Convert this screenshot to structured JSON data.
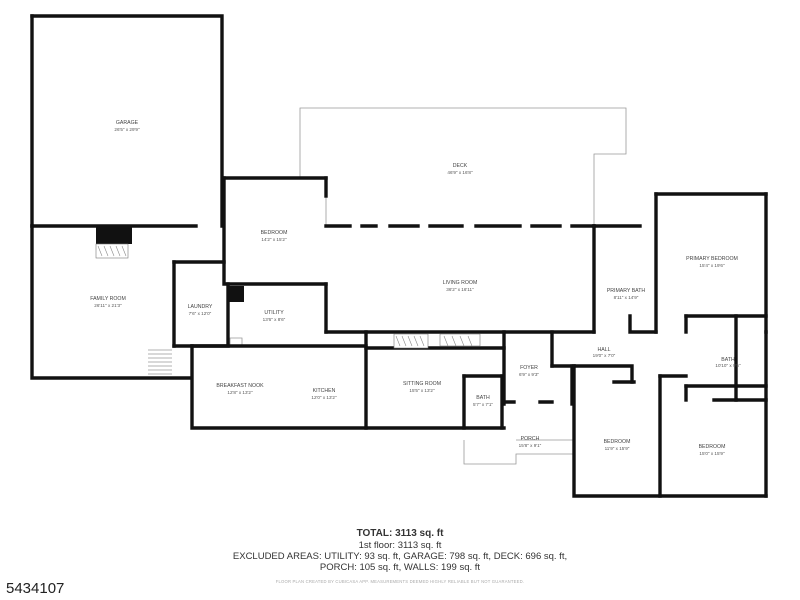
{
  "rooms": {
    "garage": {
      "name": "GARAGE",
      "dims": "26'5\" x 29'9\""
    },
    "deck": {
      "name": "DECK",
      "dims": "46'9\" x 16'8\""
    },
    "bedroom_north": {
      "name": "BEDROOM",
      "dims": "14'2\" x 15'2\""
    },
    "family_room": {
      "name": "FAMILY ROOM",
      "dims": "26'11\" x 21'3\""
    },
    "laundry": {
      "name": "LAUNDRY",
      "dims": "7'6\" x 12'0\""
    },
    "utility": {
      "name": "UTILITY",
      "dims": "13'6\" x 8'6\""
    },
    "living_room": {
      "name": "LIVING ROOM",
      "dims": "36'2\" x 16'11\""
    },
    "primary_bath": {
      "name": "PRIMARY BATH",
      "dims": "8'11\" x 14'9\""
    },
    "primary_bedroom": {
      "name": "PRIMARY BEDROOM",
      "dims": "15'4\" x 19'6\""
    },
    "hall": {
      "name": "HALL",
      "dims": "19'0\" x 7'0\""
    },
    "bath_east": {
      "name": "BATH",
      "dims": "10'10\" x 9'5\""
    },
    "breakfast_nook": {
      "name": "BREAKFAST NOOK",
      "dims": "12'8\" x 13'2\""
    },
    "kitchen": {
      "name": "KITCHEN",
      "dims": "12'0\" x 13'2\""
    },
    "sitting_room": {
      "name": "SITTING ROOM",
      "dims": "15'5\" x 13'2\""
    },
    "foyer": {
      "name": "FOYER",
      "dims": "6'9\" x 9'3\""
    },
    "bath_center": {
      "name": "BATH",
      "dims": "5'7\" x 7'1\""
    },
    "porch": {
      "name": "PORCH",
      "dims": "15'8\" x 9'1\""
    },
    "bedroom_mid": {
      "name": "BEDROOM",
      "dims": "11'9\" x 15'9\""
    },
    "bedroom_east": {
      "name": "BEDROOM",
      "dims": "15'0\" x 15'9\""
    }
  },
  "summary": {
    "total": "TOTAL: 3113 sq. ft",
    "floor": "1st floor: 3113 sq. ft",
    "excluded_line1": "EXCLUDED AREAS: UTILITY: 93 sq. ft, GARAGE: 798 sq. ft, DECK: 696 sq. ft,",
    "excluded_line2": "PORCH: 105 sq. ft, WALLS: 199 sq. ft",
    "credit": "FLOOR PLAN CREATED BY CUBICASA APP. MEASUREMENTS DEEMED HIGHLY RELIABLE BUT NOT GUARANTEED."
  },
  "listing_id": "5434107"
}
